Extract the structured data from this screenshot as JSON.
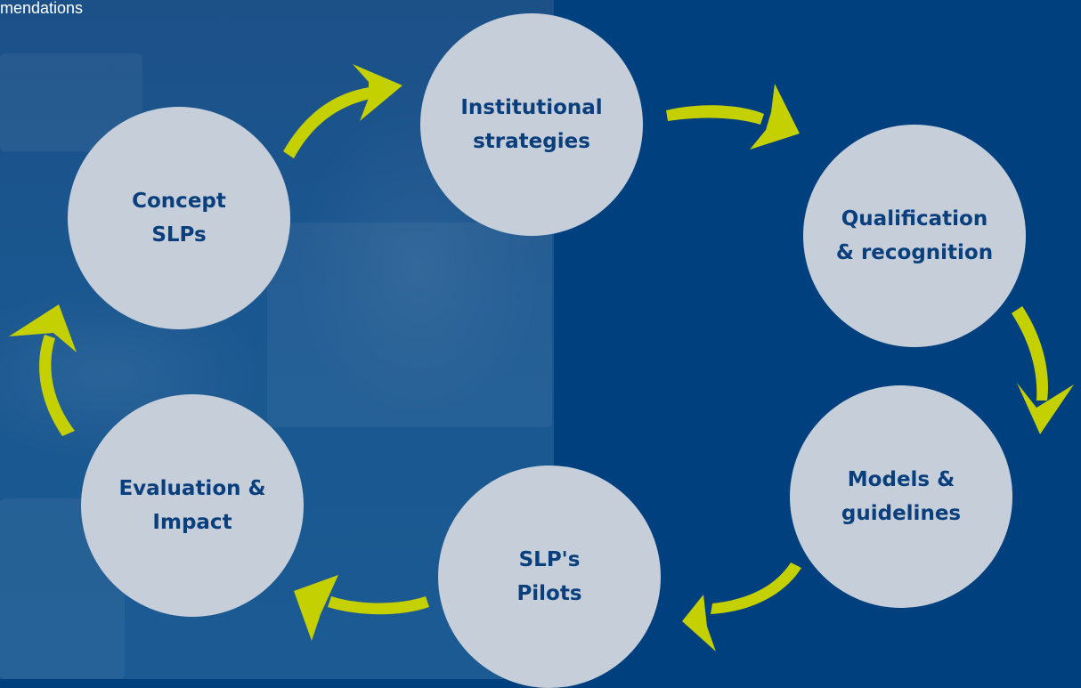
{
  "caption": "mendations",
  "accent_color": "#c5d000",
  "circle_color": "#c6ced9",
  "text_color": "#0a3f7d",
  "nodes": {
    "institutional": {
      "line1": "Institutional",
      "line2": "strategies"
    },
    "qualification": {
      "line1": "Qualification",
      "line2": "& recognition"
    },
    "models": {
      "line1": "Models &",
      "line2": "guidelines"
    },
    "pilots": {
      "line1": "SLP's",
      "line2": "Pilots"
    },
    "evaluation": {
      "line1": "Evaluation &",
      "line2": "Impact"
    },
    "concept": {
      "line1": "Concept",
      "line2": "SLPs"
    }
  }
}
